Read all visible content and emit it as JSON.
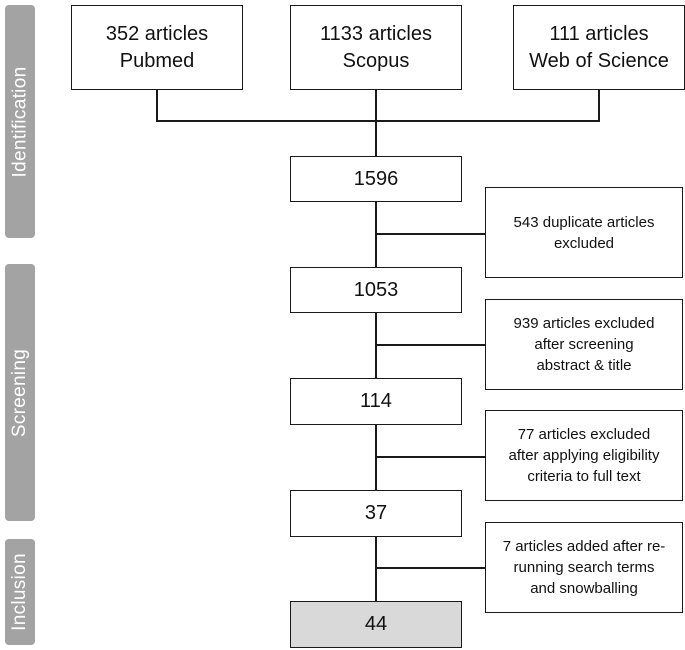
{
  "phases": {
    "identification": "Identification",
    "screening": "Screening",
    "inclusion": "Inclusion"
  },
  "sources": [
    {
      "count_text": "352 articles",
      "database": "Pubmed"
    },
    {
      "count_text": "1133 articles",
      "database": "Scopus"
    },
    {
      "count_text": "111 articles",
      "database": "Web of Science"
    }
  ],
  "steps": [
    {
      "count": "1596"
    },
    {
      "count": "1053"
    },
    {
      "count": "114"
    },
    {
      "count": "37"
    },
    {
      "count": "44"
    }
  ],
  "notes": [
    {
      "lines": [
        "543 duplicate articles",
        "excluded"
      ]
    },
    {
      "lines": [
        "939 articles excluded",
        "after screening",
        "abstract & title"
      ]
    },
    {
      "lines": [
        "77 articles excluded",
        "after applying eligibility",
        "criteria to full text"
      ]
    },
    {
      "lines": [
        "7 articles added after re-",
        "running search terms",
        "and snowballing"
      ]
    }
  ],
  "colors": {
    "phase_bar": "#a3a3a3",
    "final_box": "#d9d9d9",
    "border": "#1a1a1a"
  }
}
